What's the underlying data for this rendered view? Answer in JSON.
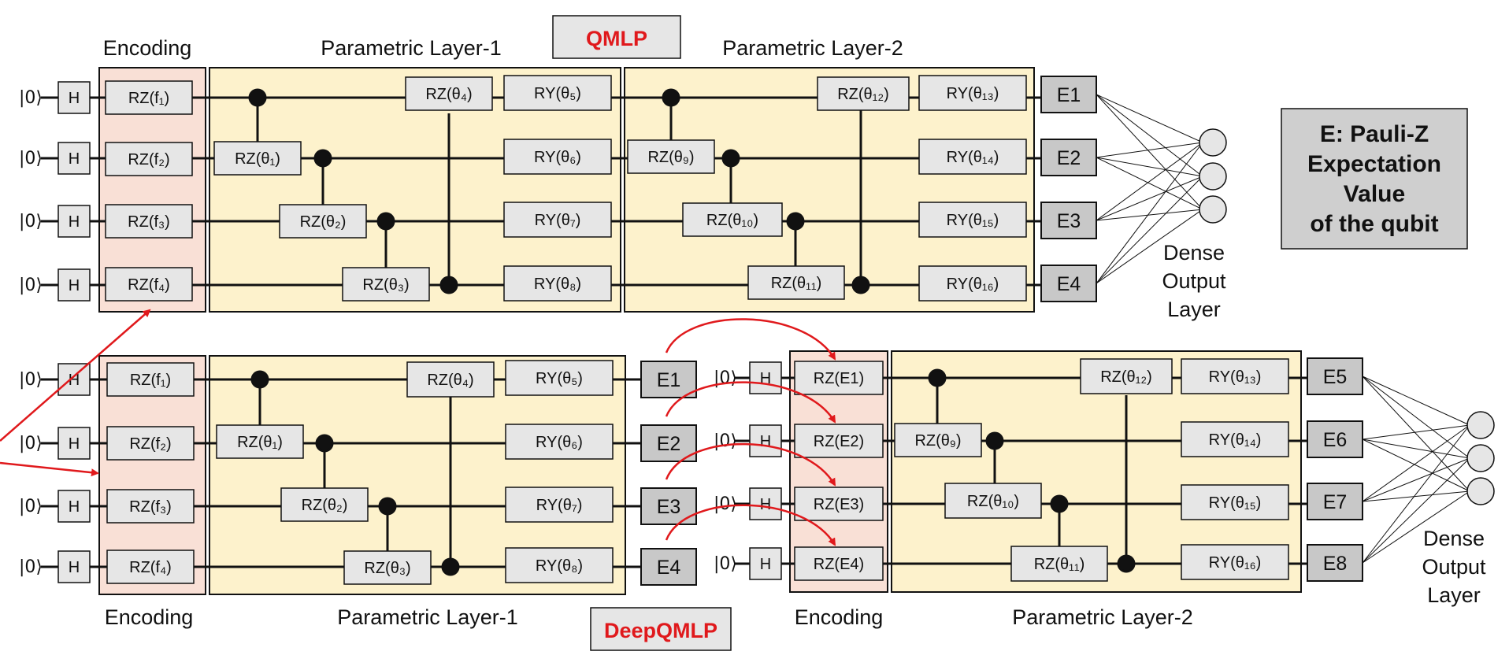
{
  "colors": {
    "encoding_fill": "#f9e0d6",
    "layer_fill": "#fdf2cc",
    "gate_fill": "#e6e6e6",
    "e_fill": "#c8c8c8",
    "legend_fill": "#cfcfcf",
    "accent_red": "#e0191c",
    "line": "#111111"
  },
  "top": {
    "label_encoding": "Encoding",
    "label_layer1": "Parametric Layer-1",
    "label_layer2": "Parametric Layer-2",
    "model_name": "QMLP",
    "ket": "|0⟩",
    "h": "H",
    "encoding_gates": [
      "RZ(f₁)",
      "RZ(f₂)",
      "RZ(f₃)",
      "RZ(f₄)"
    ],
    "layer1": {
      "crz": [
        "RZ(θ₁)",
        "RZ(θ₂)",
        "RZ(θ₃)",
        "RZ(θ₄)"
      ],
      "ry": [
        "RY(θ₅)",
        "RY(θ₆)",
        "RY(θ₇)",
        "RY(θ₈)"
      ]
    },
    "layer2": {
      "crz": [
        "RZ(θ₉)",
        "RZ(θ₁₀)",
        "RZ(θ₁₁)",
        "RZ(θ₁₂)"
      ],
      "ry": [
        "RY(θ₁₃)",
        "RY(θ₁₄)",
        "RY(θ₁₅)",
        "RY(θ₁₆)"
      ]
    },
    "outputs": [
      "E1",
      "E2",
      "E3",
      "E4"
    ],
    "dense": [
      "Dense",
      "Output",
      "Layer"
    ]
  },
  "bottom": {
    "label_encoding": "Encoding",
    "label_layer1": "Parametric Layer-1",
    "label_encoding2": "Encoding",
    "label_layer2": "Parametric Layer-2",
    "model_name": "DeepQMLP",
    "ket": "|0⟩",
    "h": "H",
    "encoding_gates": [
      "RZ(f₁)",
      "RZ(f₂)",
      "RZ(f₃)",
      "RZ(f₄)"
    ],
    "layer1": {
      "crz": [
        "RZ(θ₁)",
        "RZ(θ₂)",
        "RZ(θ₃)",
        "RZ(θ₄)"
      ],
      "ry": [
        "RY(θ₅)",
        "RY(θ₆)",
        "RY(θ₇)",
        "RY(θ₈)"
      ]
    },
    "mid_outputs": [
      "E1",
      "E2",
      "E3",
      "E4"
    ],
    "encoding2_gates": [
      "RZ(E1)",
      "RZ(E2)",
      "RZ(E3)",
      "RZ(E4)"
    ],
    "layer2": {
      "crz": [
        "RZ(θ₉)",
        "RZ(θ₁₀)",
        "RZ(θ₁₁)",
        "RZ(θ₁₂)"
      ],
      "ry": [
        "RY(θ₁₃)",
        "RY(θ₁₄)",
        "RY(θ₁₅)",
        "RY(θ₁₆)"
      ]
    },
    "outputs": [
      "E5",
      "E6",
      "E7",
      "E8"
    ],
    "dense": [
      "Dense",
      "Output",
      "Layer"
    ]
  },
  "legend": [
    "E: Pauli-Z",
    "Expectation",
    "Value",
    "of the qubit"
  ]
}
